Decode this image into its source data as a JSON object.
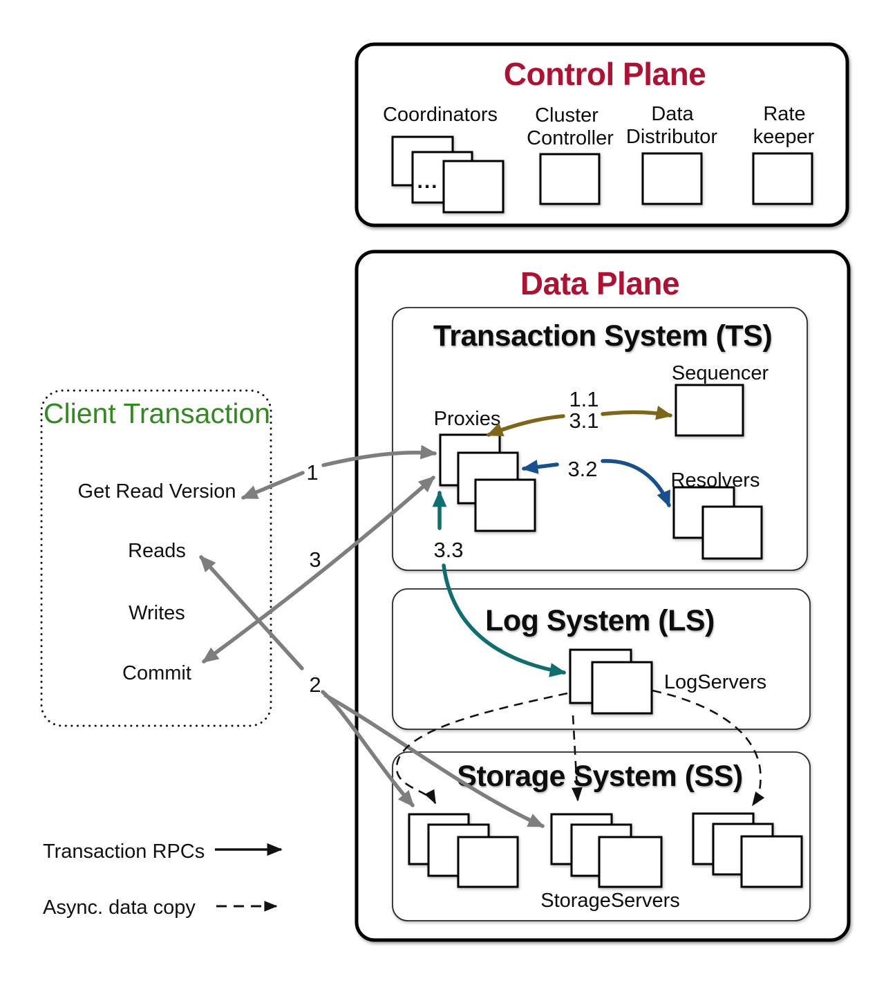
{
  "figure": {
    "control_plane": {
      "title": "Control Plane",
      "coordinators": {
        "label": "Coordinators",
        "ellipsis": "..."
      },
      "cluster_controller": {
        "line1": "Cluster",
        "line2": "Controller"
      },
      "data_distributor": {
        "line1": "Data",
        "line2": "Distributor"
      },
      "rate_keeper": {
        "line1": "Rate",
        "line2": "keeper"
      }
    },
    "data_plane": {
      "title": "Data Plane",
      "transaction_system": {
        "title": "Transaction System (TS)",
        "proxies_label": "Proxies",
        "sequencer_label": "Sequencer",
        "resolvers_label": "Resolvers",
        "arrow_1_1": "1.1",
        "arrow_3_1": "3.1",
        "arrow_3_2": "3.2",
        "arrow_3_3": "3.3"
      },
      "log_system": {
        "title": "Log System (LS)",
        "logservers_label": "LogServers"
      },
      "storage_system": {
        "title": "Storage System (SS)",
        "storageservers_label": "StorageServers"
      }
    },
    "client_transaction": {
      "title": "Client Transaction",
      "steps": [
        "Get Read Version",
        "Reads",
        "Writes",
        "Commit"
      ],
      "arrow_1": "1",
      "arrow_2": "2",
      "arrow_3": "3"
    },
    "legend": {
      "solid": "Transaction RPCs",
      "dashed": "Async. data copy"
    },
    "colors": {
      "plane_title": "#B01031",
      "client_title": "#2F8B1E",
      "arrow_gray": "#7E7E7E",
      "arrow_olive": "#7F6517",
      "arrow_blue": "#17508F",
      "arrow_teal": "#0E6F70"
    }
  }
}
